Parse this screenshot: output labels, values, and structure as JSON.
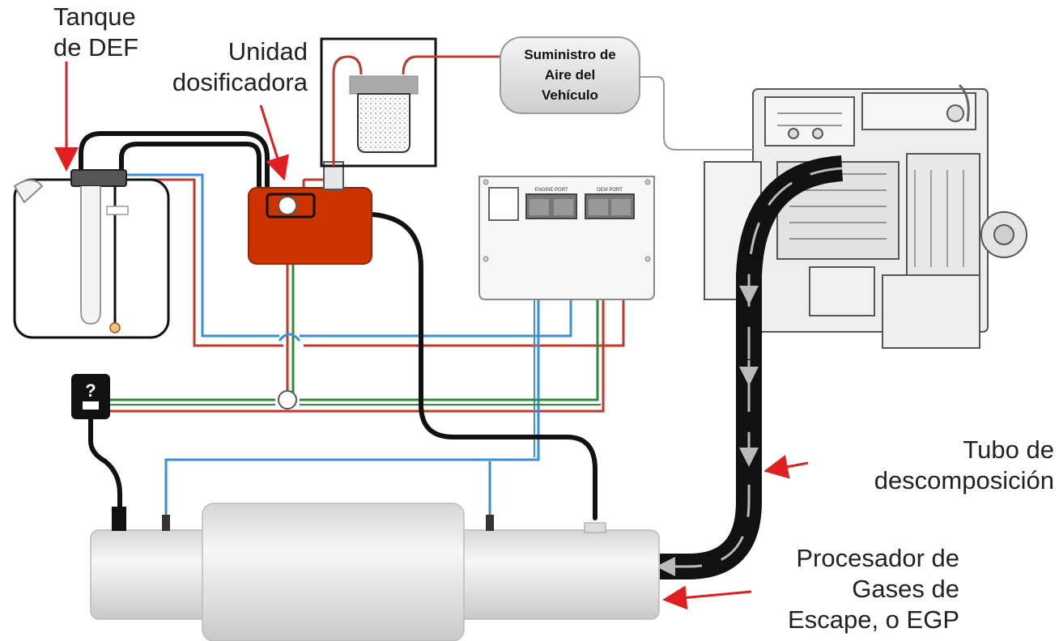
{
  "labels": {
    "def_tank": [
      "Tanque",
      "de DEF"
    ],
    "dosing_unit": [
      "Unidad",
      "dosificadora"
    ],
    "air_supply": [
      "Suministro de",
      "Aire del",
      "Vehículo"
    ],
    "decomp_tube": [
      "Tubo de",
      "descomposición"
    ],
    "egp": [
      "Procesador de",
      "Gases de",
      "Escape, o EGP"
    ],
    "sensor_symbol": "?",
    "ecm_ports": [
      "ENGINE PORT",
      "OEM PORT"
    ]
  },
  "colors": {
    "dosing_unit": "#cc3300",
    "arrow": "#e02020",
    "red_wire": "#c0392b",
    "blue_wire": "#3a8fd8",
    "green_wire": "#2e8b3a",
    "hose": "#111111",
    "egp_body": "#e6e6e6"
  }
}
